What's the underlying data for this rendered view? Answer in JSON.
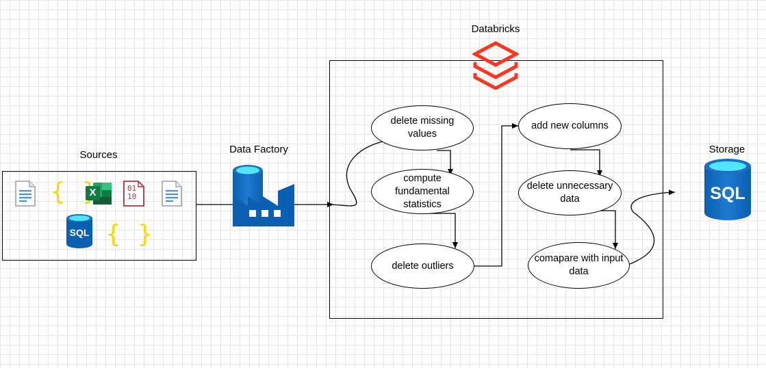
{
  "labels": {
    "databricks": "Databricks",
    "sources": "Sources",
    "data_factory": "Data Factory",
    "storage": "Storage"
  },
  "nodes": {
    "delete_missing": "delete missing values",
    "compute_stats": "compute fundamental statistics",
    "delete_outliers": "delete outliers",
    "add_columns": "add new columns",
    "delete_unnecessary": "delete unnecessary data",
    "compare_input": "comapare with input data"
  },
  "icons": {
    "sql_text": "SQL",
    "braces_text": "{ }",
    "excel_text": "X",
    "binary_text": "01 10"
  },
  "colors": {
    "databricks_red": "#ff3621",
    "azure_blue": "#0a5fb0",
    "sql_cyan": "#50e6ff",
    "braces_yellow": "#f5d90a",
    "excel_green": "#107c41",
    "binary_red": "#a4373a",
    "doc_blue": "#4a90d9"
  }
}
